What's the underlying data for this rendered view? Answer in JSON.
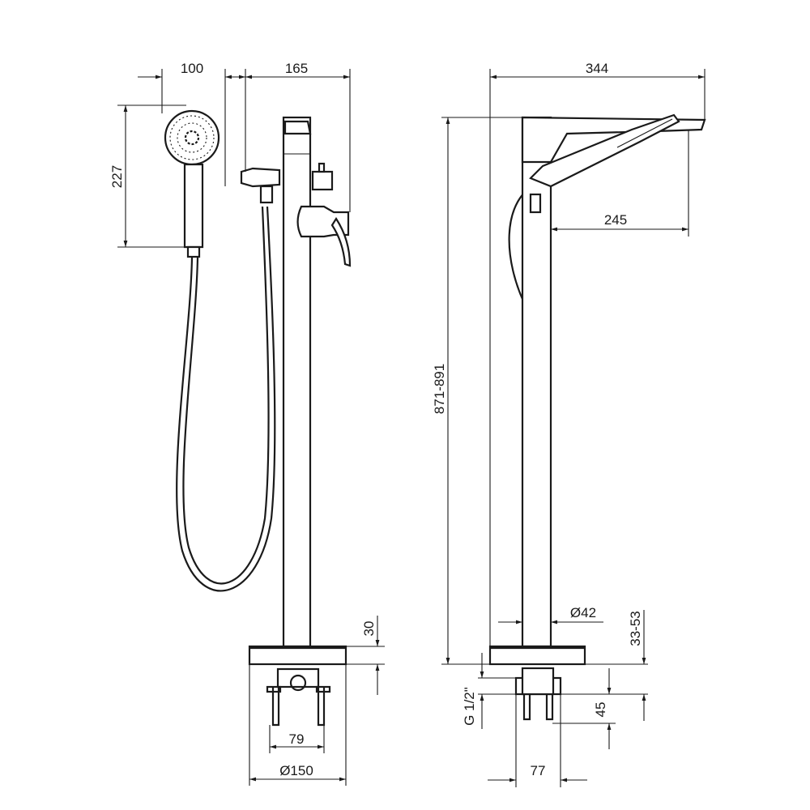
{
  "title": "Freestanding bath mixer technical drawing",
  "dimensions": {
    "shower_width": "100",
    "spout_offset_front": "165",
    "total_length": "344",
    "shower_height": "227",
    "spout_reach": "245",
    "total_height": "871-891",
    "column_diameter": "Ø42",
    "base_height": "30",
    "adjust_range": "33-53",
    "thread": "G 1/2\"",
    "fitting_height": "45",
    "fitting_spacing": "79",
    "base_diameter": "Ø150",
    "fitting_width": "77"
  },
  "colors": {
    "line": "#1a1a1a",
    "background": "#ffffff"
  }
}
